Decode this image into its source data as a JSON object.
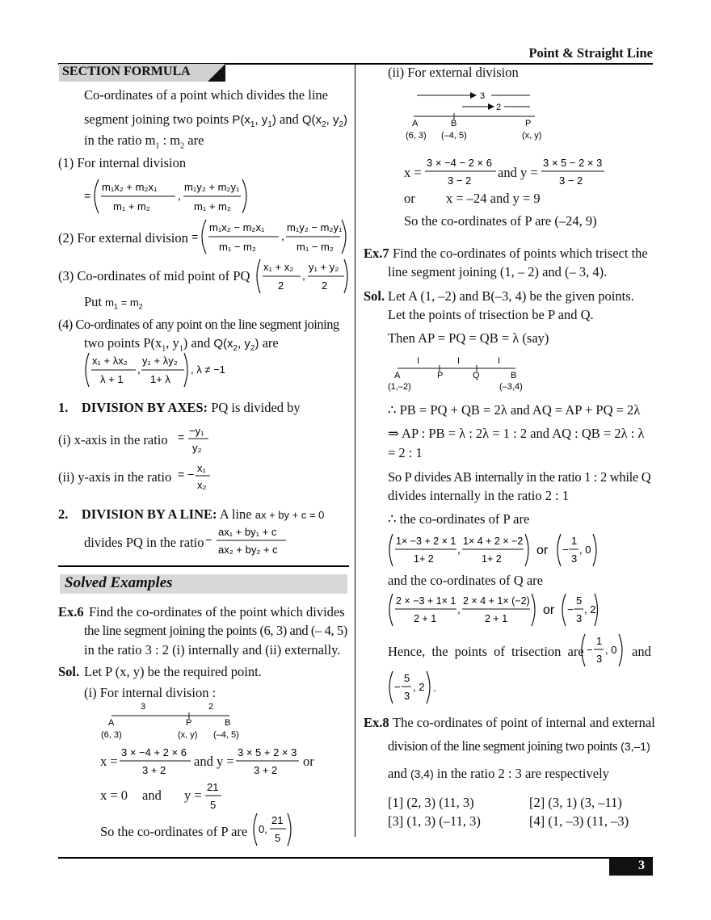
{
  "header": {
    "title": "Point & Straight Line",
    "page_number": "3"
  },
  "left": {
    "section_title": "SECTION FORMULA",
    "intro": [
      "Co-ordinates of a point which divides the line",
      "segment joining two points",
      "and",
      "in the ratio m",
      ": m",
      "are"
    ],
    "p1": "P(x",
    "q1": "Q(x",
    "items": {
      "i1": "(1)   For internal division",
      "i2": "(2)   For external division",
      "i3": "(3)   Co-ordinates of mid point of PQ",
      "put": "Put",
      "i4a": "(4)   Co-ordinates of any point on the line segment joining",
      "i4b": "two points P(x",
      "i4c": "are",
      "lambda_cond": ", λ ≠ −1"
    },
    "division_axes": {
      "label": "1.",
      "title": "DIVISION BY AXES:",
      "text": "PQ is divided by",
      "i": "(i)   x-axis in the ratio",
      "ii": "(ii)  y-axis in the ratio"
    },
    "division_line": {
      "label": "2.",
      "title": "DIVISION BY A LINE:",
      "text": "A line",
      "eq": "ax + by + c = 0",
      "text2": "divides PQ in the ratio"
    },
    "solved_title": "Solved Examples",
    "ex6": {
      "label": "Ex.6",
      "lines": [
        "Find the co-ordinates of the point which divides",
        "the line segment joining the points (6, 3) and (– 4, 5)",
        "in the ratio 3 : 2 (i) internally and (ii) externally."
      ]
    },
    "sol6": {
      "label": "Sol.",
      "text": "Let P (x, y) be the required point.",
      "internal": "(i)  For internal division :",
      "x_eq": "x = ",
      "and_y": "and y = ",
      "or": "or",
      "x0": "x = 0",
      "and": "and",
      "y_eq": "y = ",
      "conclusion": "So the co-ordinates of P are"
    }
  },
  "right": {
    "external": "(ii) For external division",
    "ext_x": "x = ",
    "ext_and_y": "and y = ",
    "ext_or": "or",
    "ext_vals": "x = –24 and y = 9",
    "ext_conclusion": "So the co-ordinates of P are (–24, 9)",
    "ex7": {
      "label": "Ex.7",
      "lines": [
        "Find the co-ordinates of points which trisect the",
        "line segment joining (1, – 2) and (– 3, 4)."
      ]
    },
    "sol7": {
      "label": "Sol.",
      "lines": [
        "Let A (1, –2) and B(–3, 4) be the given points.",
        "Let the points of trisection be P and Q.",
        "Then  AP = PQ = QB = λ (say)"
      ],
      "l4": "∴  PB = PQ + QB = 2λ and AQ = AP + PQ = 2λ",
      "l5": "⇒  AP : PB = λ : 2λ = 1 : 2 and AQ : QB = 2λ : λ",
      "l6": "= 2 : 1",
      "l7": "So P divides AB internally in the ratio 1 : 2 while Q",
      "l8": "divides internally in the ratio 2 : 1",
      "l9": "∴  the co-ordinates of P are",
      "or": "or",
      "l10": "and the co-ordinates of Q are",
      "l11": "Hence, the points of trisection are",
      "and": "and"
    },
    "ex8": {
      "label": "Ex.8",
      "line1": "The co-ordinates of point of internal and external",
      "line2": "division of the line segment joining two points",
      "pt1": "(3,–1)",
      "line3": "and",
      "pt2": "(3,4)",
      "line3b": "in the ratio 2 : 3 are respectively",
      "options": [
        "[1]  (2, 3) (11, 3)",
        "[2]  (3, 1) (3, –11)",
        "[3]  (1, 3) (–11, 3)",
        "[4]  (1, –3) (11, –3)"
      ]
    }
  },
  "diagrams": {
    "d1": {
      "seg1": "3",
      "seg2": "2",
      "A": "A",
      "P": "P",
      "B": "B",
      "Ac": "(6, 3)",
      "Pc": "(x, y)",
      "Bc": "(–4, 5)"
    },
    "d2": {
      "seg1": "3",
      "seg2": "2",
      "A": "A",
      "B": "B",
      "P": "P",
      "Ac": "(6, 3)",
      "Bc": "(–4, 5)",
      "Pc": "(x, y)"
    },
    "d3": {
      "A": "A",
      "P": "P",
      "Q": "Q",
      "B": "B",
      "Ac": "(1,–2)",
      "Bc": "(–3,4)"
    }
  },
  "colors": {
    "text": "#111111",
    "section_bg": "#d0d0d0",
    "solved_bg": "#d8d8d8",
    "rule": "#000000"
  }
}
